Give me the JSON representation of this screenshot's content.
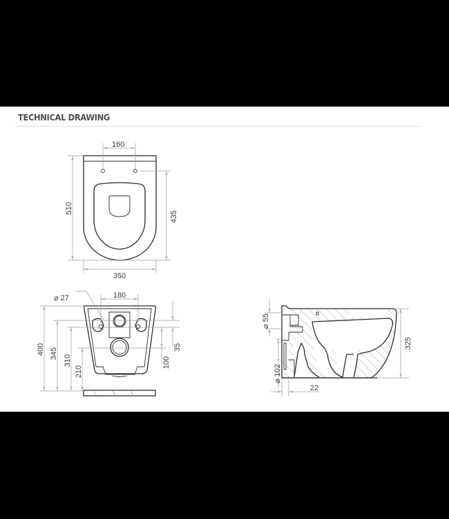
{
  "header": {
    "title": "TECHNICAL DRAWING"
  },
  "top_view": {
    "dims": {
      "bolt_spacing": "160",
      "length": "510",
      "bolt_to_front": "435",
      "width": "350"
    }
  },
  "back_view": {
    "dims": {
      "fixing_hole_diameter": "⌀ 27",
      "fixing_spacing": "180",
      "height_total": "400",
      "height_inlet": "345",
      "height_fixing": "310",
      "height_outlet": "210",
      "inlet_to_fixing": "35",
      "fixing_to_outlet": "100"
    }
  },
  "side_view": {
    "dims": {
      "inlet_diameter": "⌀ 55",
      "outlet_diameter": "⌀ 102",
      "outlet_offset": "22",
      "height": "325"
    }
  },
  "colors": {
    "background": "#000000",
    "sheet": "#ffffff",
    "title": "#4a4d52",
    "divider": "#d8dcdf",
    "line": "#2a2a2a",
    "dimension": "#9a9a9a"
  }
}
